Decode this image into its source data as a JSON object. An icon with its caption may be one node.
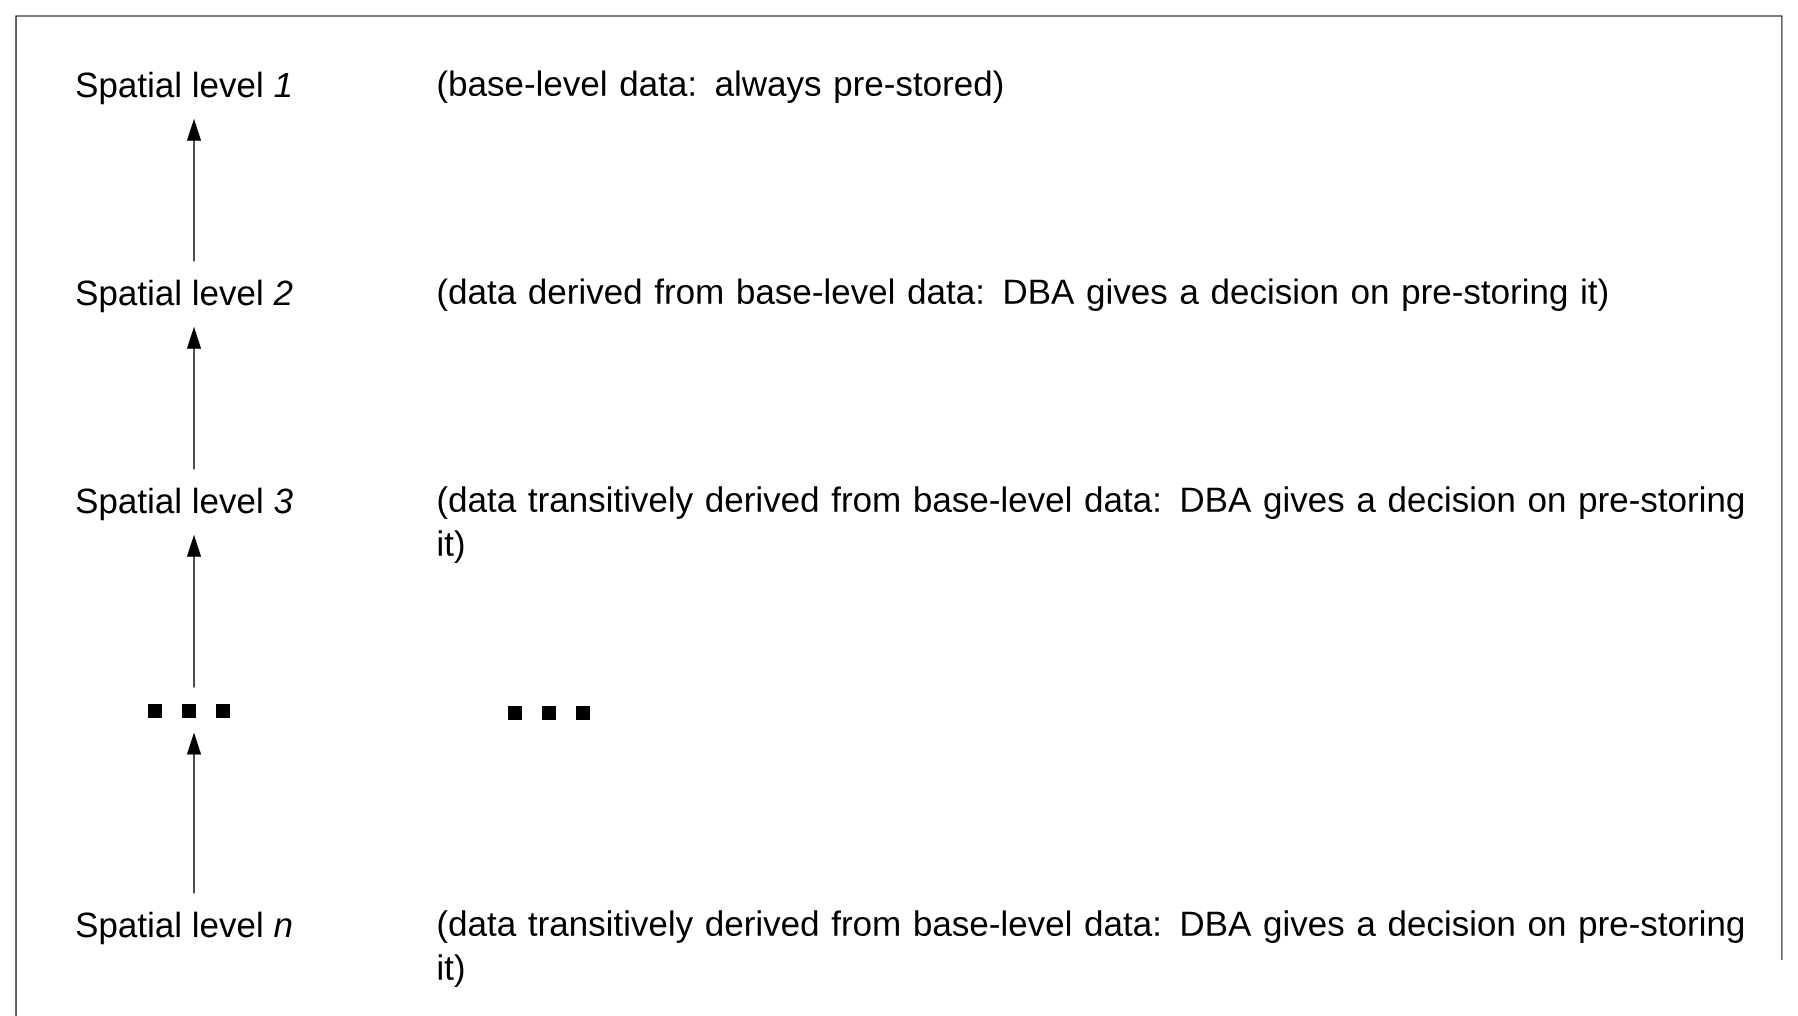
{
  "diagram": {
    "nodes": [
      {
        "text": [
          "Spatial level *1*"
        ]
      },
      {
        "text": [
          "Spatial level *2*"
        ]
      },
      {
        "text": [
          "Spatial level *3*"
        ]
      },
      {
        "text": [],
        "shape": "dots"
      },
      {
        "text": [
          "Spatial level *n*"
        ]
      }
    ],
    "edges": [
      {
        "from": 1,
        "to": 0,
        "arrow": "to"
      },
      {
        "from": 2,
        "to": 1,
        "arrow": "to"
      },
      {
        "from": 3,
        "to": 2,
        "arrow": "to"
      },
      {
        "from": 4,
        "to": 3,
        "arrow": "to"
      }
    ],
    "labels": [
      "(base-level data: always pre-stored)",
      "(data derived from base-level data: DBA gives a decision on pre-storing it)",
      "(data transitively derived from base-level data: DBA gives a decision on pre-storing it)",
      "(data transitively derived from base-level data: DBA gives a decision on pre-storing it)"
    ]
  }
}
